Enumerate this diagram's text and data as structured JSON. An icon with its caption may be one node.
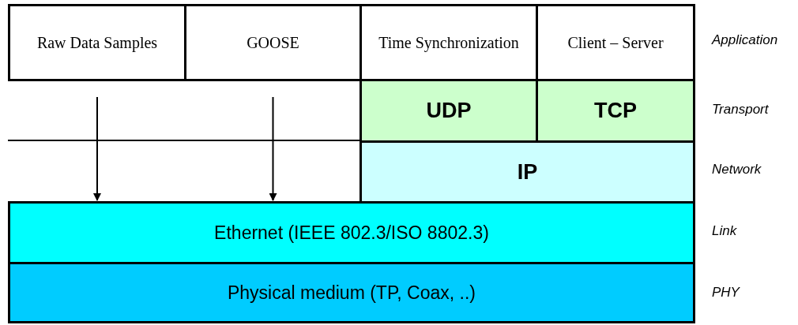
{
  "diagram": {
    "nodes": [
      {
        "text": [
          "Raw Data Samples"
        ]
      },
      {
        "text": [
          "GOOSE"
        ]
      },
      {
        "text": [
          "Time Synchronization"
        ]
      },
      {
        "text": [
          "Client – Server"
        ]
      },
      {
        "text": [
          "UDP"
        ]
      },
      {
        "text": [
          "TCP"
        ]
      },
      {
        "text": [
          "IP"
        ]
      },
      {
        "text": [
          "Ethernet (IEEE 802.3/ISO 8802.3)"
        ]
      },
      {
        "text": [
          "Physical medium (TP, Coax, ..)"
        ]
      }
    ],
    "edges": [
      {
        "from": 0,
        "to": 7,
        "arrow": "to"
      },
      {
        "from": 1,
        "to": 7,
        "arrow": "to"
      }
    ],
    "labels": [
      "Application",
      "Transport",
      "Network",
      "Link",
      "PHY"
    ]
  }
}
